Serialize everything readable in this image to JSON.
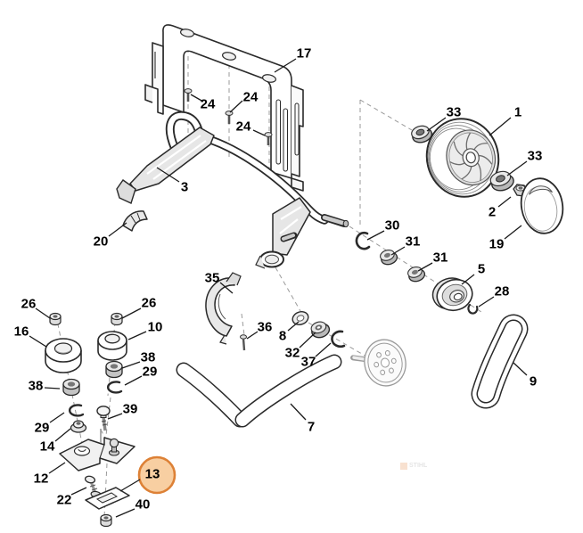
{
  "diagram": {
    "type": "exploded-parts-diagram",
    "selected_part": "13",
    "highlight": {
      "fill": "#f8cfa2",
      "border": "#dd8136"
    },
    "line_color": "#2a2a2a",
    "watermark": {
      "text": "STIHL"
    },
    "part_labels": [
      "17",
      "24",
      "24",
      "24",
      "3",
      "20",
      "33",
      "1",
      "33",
      "2",
      "19",
      "30",
      "31",
      "31",
      "5",
      "28",
      "9",
      "35",
      "36",
      "8",
      "32",
      "37",
      "7",
      "26",
      "26",
      "16",
      "10",
      "38",
      "29",
      "38",
      "29",
      "39",
      "14",
      "12",
      "22",
      "13",
      "40"
    ]
  }
}
